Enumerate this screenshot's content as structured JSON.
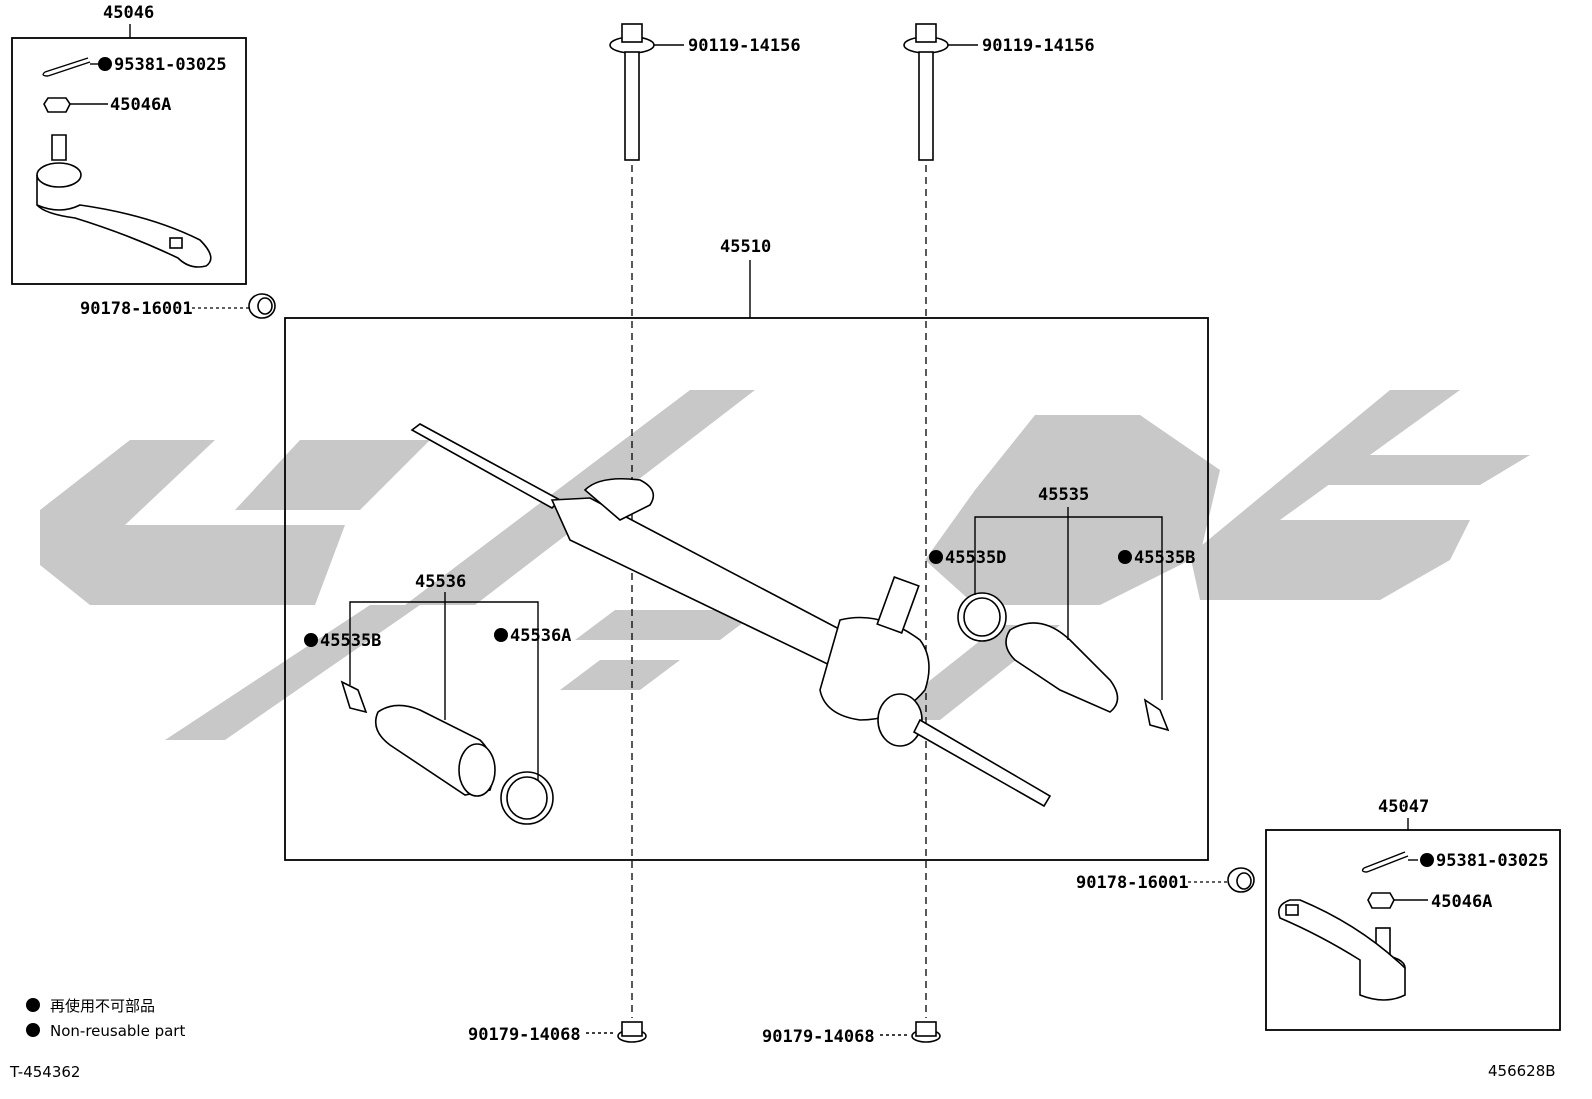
{
  "diagram_id": "T-454362",
  "figure_number": "456628B",
  "legend": {
    "bullet": "●",
    "line_jp": "再使用不可部品",
    "line_en": "Non-reusable part"
  },
  "assemblies": {
    "steering_rack": "45510",
    "tie_rod_end_left": "45046",
    "tie_rod_end_right": "45047",
    "boot_left": "45536",
    "boot_right": "45535"
  },
  "parts": {
    "cotter_pin": "95381-03025",
    "castle_nut": "45046A",
    "bolt": "90119-14156",
    "lock_nut": "90178-16001",
    "flange_nut": "90179-14068",
    "clamp_b": "45535B",
    "clamp_a": "45536A",
    "clamp_d": "45535D"
  },
  "markers": {
    "non_reusable": "●"
  }
}
